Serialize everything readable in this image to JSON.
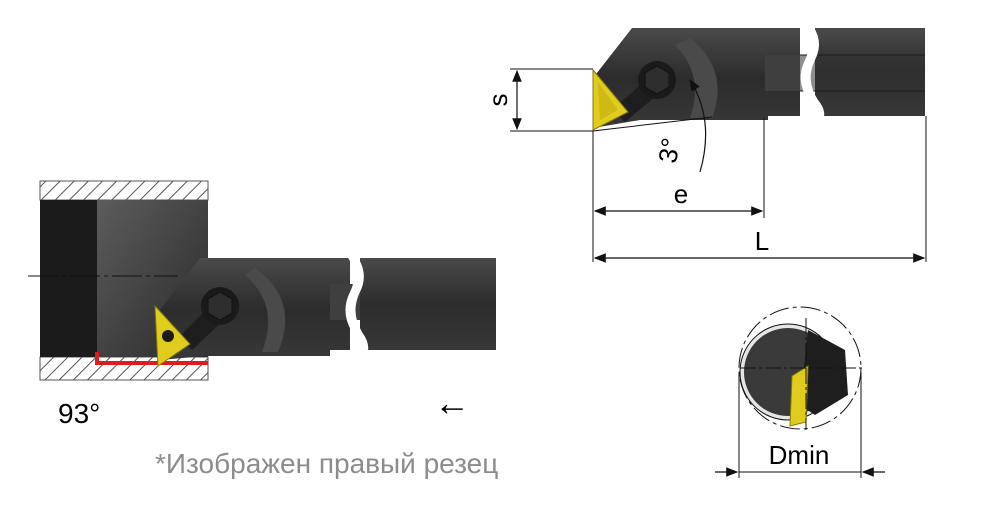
{
  "labels": {
    "s": "s",
    "angle_3": "3°",
    "e": "e",
    "L": "L",
    "angle_93": "93°",
    "arrow": "←",
    "dmin": "Dmin",
    "note": "*Изображен правый резец"
  },
  "colors": {
    "body_dark": "#2c2c2c",
    "body_mid": "#3d3d3d",
    "body_light": "#575757",
    "insert_yellow": "#e0cc1c",
    "contact_red": "#e01b1b",
    "hatch": "#555555",
    "caption_gray": "#8c8c8c"
  }
}
